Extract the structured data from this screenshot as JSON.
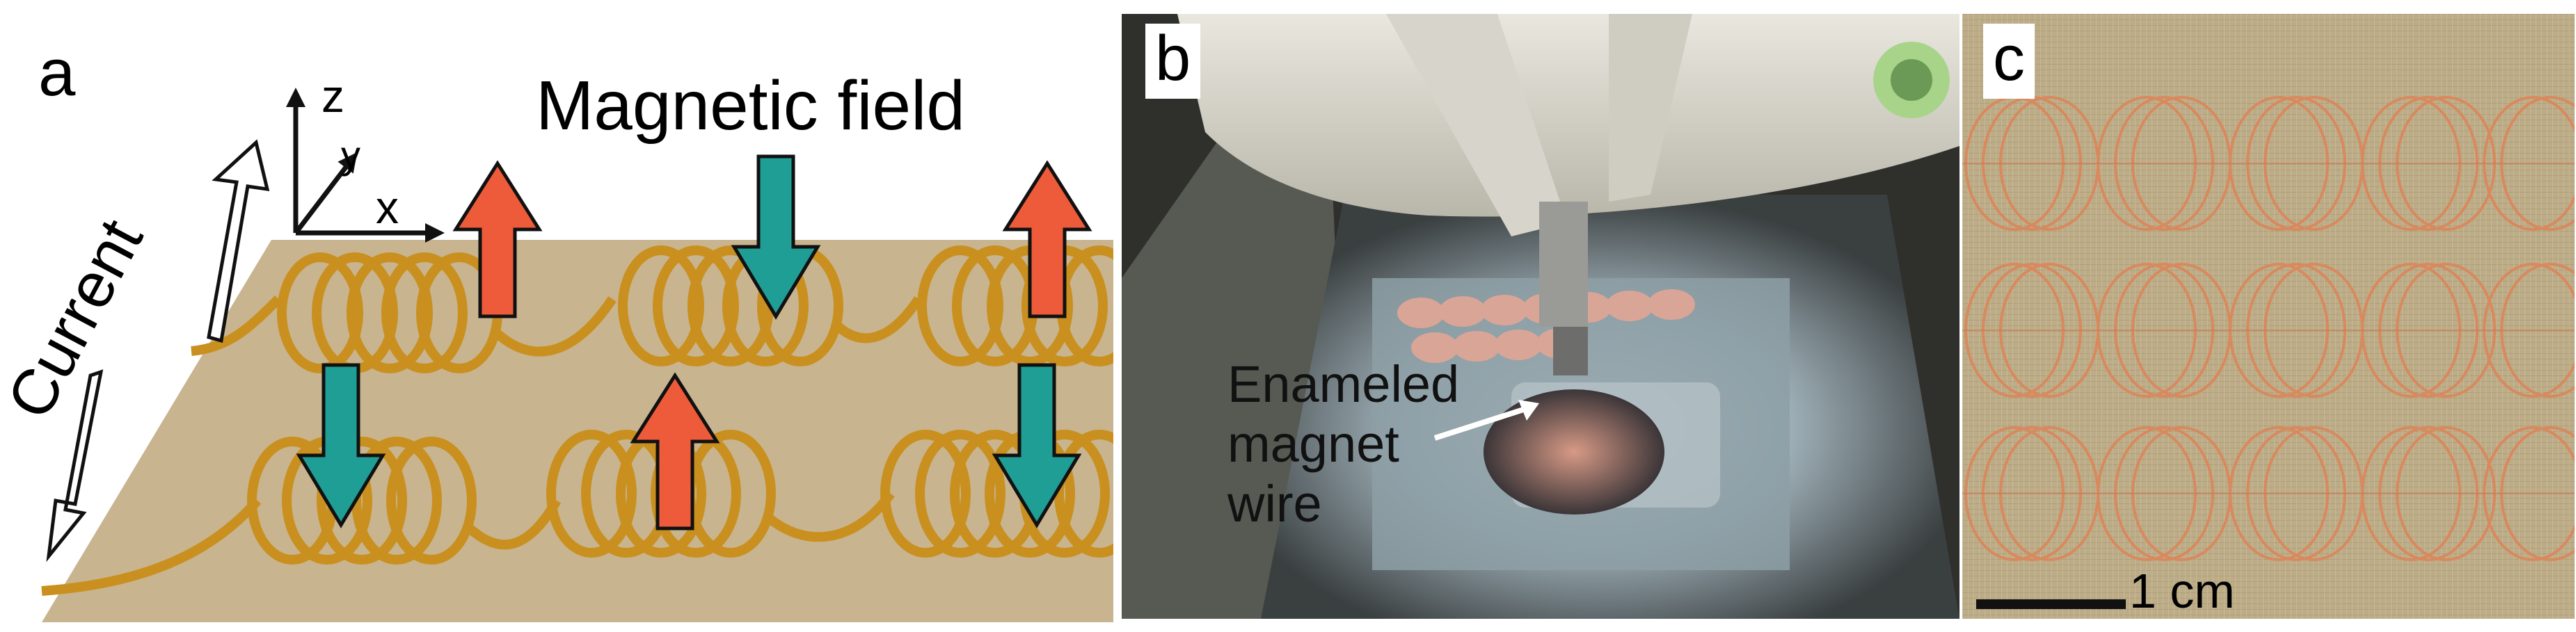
{
  "figure": {
    "panel_a": {
      "label": "a",
      "title": "Magnetic field",
      "current_label": "Current",
      "axis_x": "x",
      "axis_y": "y",
      "axis_z": "z",
      "colors": {
        "fabric": "#c8b48f",
        "wire": "#c9901f",
        "field_up": "#ee5b3a",
        "field_down": "#1f9e95"
      }
    },
    "panel_b": {
      "label": "b",
      "annotation_lines": [
        "Enameled",
        "magnet",
        "wire"
      ]
    },
    "panel_c": {
      "label": "c",
      "scale_bar": "1 cm",
      "colors": {
        "fabric": "#b9a983",
        "coil": "#d8895e"
      }
    }
  }
}
